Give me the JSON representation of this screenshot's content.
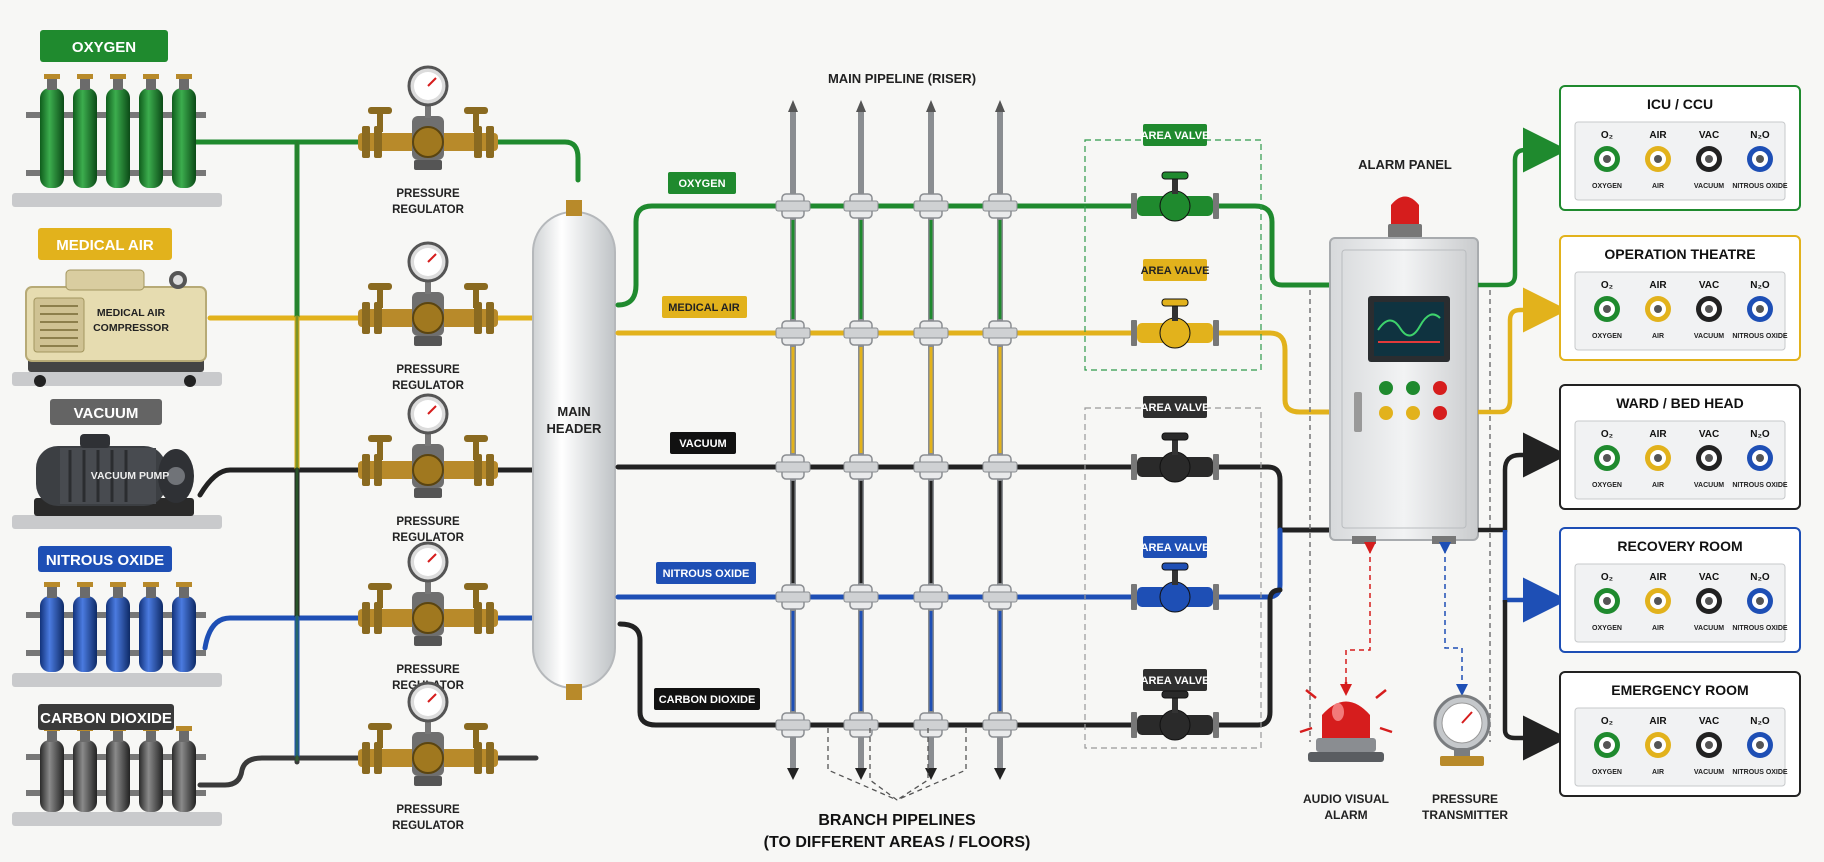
{
  "colors": {
    "oxygen": "#1f8a2e",
    "medical_air": "#e2b21c",
    "vacuum": "#222222",
    "nitrous_oxide": "#1e4fb5",
    "carbon_dioxide": "#3a3a3a",
    "steel": "#8a8d91",
    "brass": "#b88a2a",
    "alarm_red": "#d61d1d"
  },
  "sources": [
    {
      "label": "OXYGEN",
      "equipment": "cylinder-bank-icon"
    },
    {
      "label": "MEDICAL AIR",
      "equipment": "air-compressor-icon",
      "equipment_label": "MEDICAL AIR COMPRESSOR"
    },
    {
      "label": "VACUUM",
      "equipment": "vacuum-pump-icon",
      "equipment_label": "VACUUM PUMP"
    },
    {
      "label": "NITROUS OXIDE",
      "equipment": "cylinder-bank-icon"
    },
    {
      "label": "CARBON DIOXIDE",
      "equipment": "cylinder-bank-icon"
    }
  ],
  "regulators": [
    {
      "line1": "PRESSURE",
      "line2": "REGULATOR"
    },
    {
      "line1": "PRESSURE",
      "line2": "REGULATOR"
    },
    {
      "line1": "PRESSURE",
      "line2": "REGULATOR"
    },
    {
      "line1": "PRESSURE",
      "line2": "REGULATOR"
    },
    {
      "line1": "PRESSURE",
      "line2": "REGULATOR"
    }
  ],
  "main_header": {
    "line1": "MAIN",
    "line2": "HEADER"
  },
  "gas_tags": [
    "OXYGEN",
    "MEDICAL AIR",
    "VACUUM",
    "NITROUS OXIDE",
    "CARBON DIOXIDE"
  ],
  "riser_title": "MAIN PIPELINE (RISER)",
  "branch_title": {
    "line1": "BRANCH PIPELINES",
    "line2": "(TO DIFFERENT AREAS / FLOORS)"
  },
  "area_valves": [
    "AREA VALVE",
    "AREA VALVE",
    "AREA VALVE",
    "AREA VALVE",
    "AREA VALVE"
  ],
  "alarm_panel": "ALARM PANEL",
  "audio_visual_alarm": {
    "line1": "AUDIO VISUAL",
    "line2": "ALARM"
  },
  "pressure_transmitter": {
    "line1": "PRESSURE",
    "line2": "TRANSMITTER"
  },
  "outlet_headers": [
    "O₂",
    "AIR",
    "VAC",
    "N₂O"
  ],
  "outlet_labels": [
    "OXYGEN",
    "AIR",
    "VACUUM",
    "NITROUS OXIDE"
  ],
  "areas": [
    "ICU / CCU",
    "OPERATION THEATRE",
    "WARD / BED HEAD",
    "RECOVERY ROOM",
    "EMERGENCY ROOM"
  ]
}
